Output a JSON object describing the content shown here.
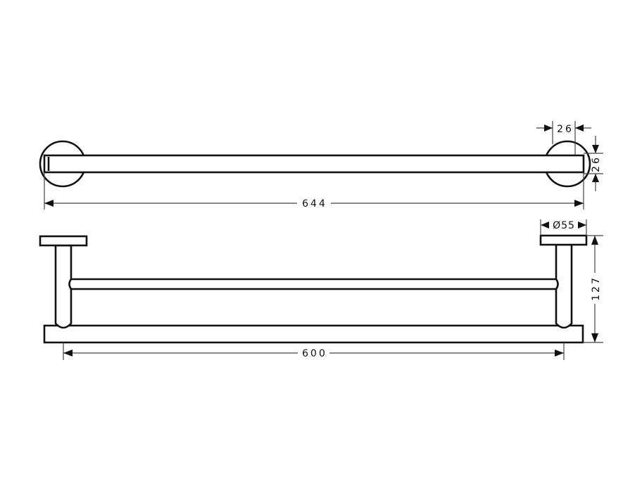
{
  "dimensions": {
    "overall_length": "644",
    "rosette_depth": "26",
    "bar_thickness": "26",
    "rosette_diameter": "Ø55",
    "projection": "127",
    "center_distance": "600"
  }
}
